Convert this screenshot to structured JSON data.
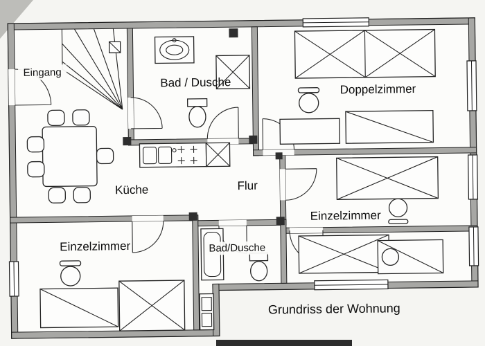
{
  "labels": {
    "eingang": "Eingang",
    "bad_top": "Bad / Dusche",
    "doppelzimmer": "Doppelzimmer",
    "kueche": "Küche",
    "flur": "Flur",
    "einzelzimmer_right": "Einzelzimmer",
    "einzelzimmer_bottom": "Einzelzimmer",
    "bad_bottom": "Bad/Dusche",
    "caption": "Grundriss der Wohnung"
  },
  "icons": [
    "stairs-icon",
    "entrance-door-icon",
    "sink-icon",
    "shower-icon",
    "toilet-icon",
    "double-bed-icon",
    "single-bed-icon",
    "office-chair-icon",
    "desk-icon",
    "wardrobe-icon",
    "dining-table-icon",
    "chair-icon",
    "kitchen-counter-icon",
    "stove-icon",
    "bathtub-icon",
    "radiator-icon",
    "door-swing-icon",
    "window-icon"
  ],
  "colors": {
    "wall_fill": "#a7a7a4",
    "outline": "#1e1e1e",
    "paper": "#f5f5f2",
    "floor": "#fcfcfa",
    "text": "#0d0d0d",
    "scan_artifact": "#2c2c2c"
  }
}
